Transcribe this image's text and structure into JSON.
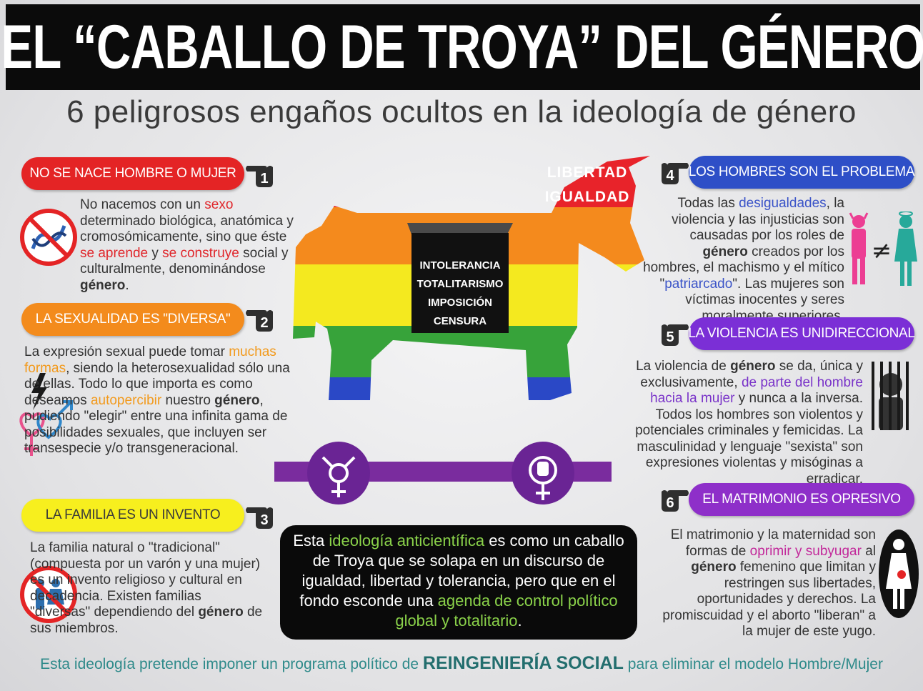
{
  "header": {
    "title": "EL “CABALLO DE TROYA” DEL GÉNERO",
    "subtitle": "6 peligrosos engaños ocultos en la ideología de género"
  },
  "sections": [
    {
      "number": "1",
      "label": "NO SE NACE HOMBRE O MUJER",
      "color": "#e42425",
      "text_parts": [
        "No nacemos con un ",
        "sexo",
        " determinado biológica, anatómica y cromosómicamente, sino que éste ",
        "se aprende",
        " y ",
        "se construye",
        " social y culturalmente, denominándose ",
        "género",
        "."
      ]
    },
    {
      "number": "2",
      "label": "LA SEXUALIDAD ES \"DIVERSA\"",
      "color": "#f38b1c",
      "text_parts": [
        "La expresión sexual puede tomar ",
        "muchas formas",
        ", siendo la heterosexualidad sólo una de ellas. Todo lo que importa es como deseamos ",
        "autopercibir",
        " nuestro ",
        "género",
        ", pudiendo \"elegir\" entre una infinita gama de posibilidades sexuales, que incluyen ser transespecie y/o transgeneracional."
      ]
    },
    {
      "number": "3",
      "label": "LA FAMILIA ES UN INVENTO",
      "color": "#f7ef1e",
      "text_parts": [
        "La familia natural o \"tradicional\" (compuesta por un varón y una mujer) es un invento religioso y cultural en decadencia. Existen familias \"diversas\" dependiendo del ",
        "género",
        " de sus miembros."
      ]
    },
    {
      "number": "4",
      "label": "LOS HOMBRES SON EL PROBLEMA",
      "color": "#2e4fc7",
      "text_parts": [
        "Todas las ",
        "desigualdades",
        ", la violencia y las injusticias son causadas por los roles de ",
        "género",
        " creados por los hombres, el machismo y el mítico \"",
        "patriarcado",
        "\". Las mujeres son víctimas inocentes y seres moralmente superiores."
      ]
    },
    {
      "number": "5",
      "label": "LA VIOLENCIA ES UNIDIRECCIONAL",
      "color": "#7b2fd6",
      "text_parts": [
        "La violencia de ",
        "género",
        " se da, única y exclusivamente, ",
        "de parte del hombre hacia la mujer",
        " y nunca a la inversa. Todos los hombres son violentos y potenciales criminales y femicidas. La masculinidad y lenguaje \"sexista\" son expresiones violentas y misóginas a erradicar."
      ]
    },
    {
      "number": "6",
      "label": "EL MATRIMONIO ES OPRESIVO",
      "color": "#8e2fc9",
      "text_parts": [
        "El matrimonio y la maternidad son formas de ",
        "oprimir y subyugar",
        " al ",
        "género",
        " femenino que limitan y restringen sus libertades, oportunidades y derechos. La promiscuidad y el aborto \"liberan\" a la mujer de este yugo."
      ]
    }
  ],
  "horse": {
    "banner_lines": [
      "LIBERTAD",
      "IGUALDAD"
    ],
    "cargo_lines": [
      "INTOLERANCIA",
      "TOTALITARISMO",
      "IMPOSICIÓN",
      "CENSURA"
    ],
    "rainbow": [
      "#e8232a",
      "#f48a1d",
      "#f4e91f",
      "#37a33a",
      "#2a48c6",
      "#7a2c9e"
    ]
  },
  "center_box": {
    "parts": [
      "Esta ",
      "ideología anticientífica",
      " es como un caballo de Troya que se solapa en un discurso de igualdad, libertad y tolerancia, pero que en el fondo esconde una ",
      "agenda de control político global y totalitario",
      "."
    ]
  },
  "footer": {
    "before": "Esta ideología pretende imponer un programa político de ",
    "highlight": "REINGENIERÍA SOCIAL",
    "after": " para eliminar el modelo Hombre/Mujer"
  }
}
